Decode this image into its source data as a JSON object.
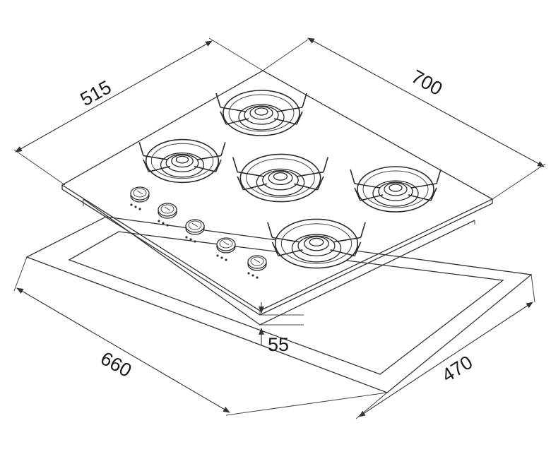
{
  "dimensions": {
    "depth": "515",
    "width": "700",
    "cutout_width": "660",
    "cutout_depth": "470",
    "height": "55"
  }
}
